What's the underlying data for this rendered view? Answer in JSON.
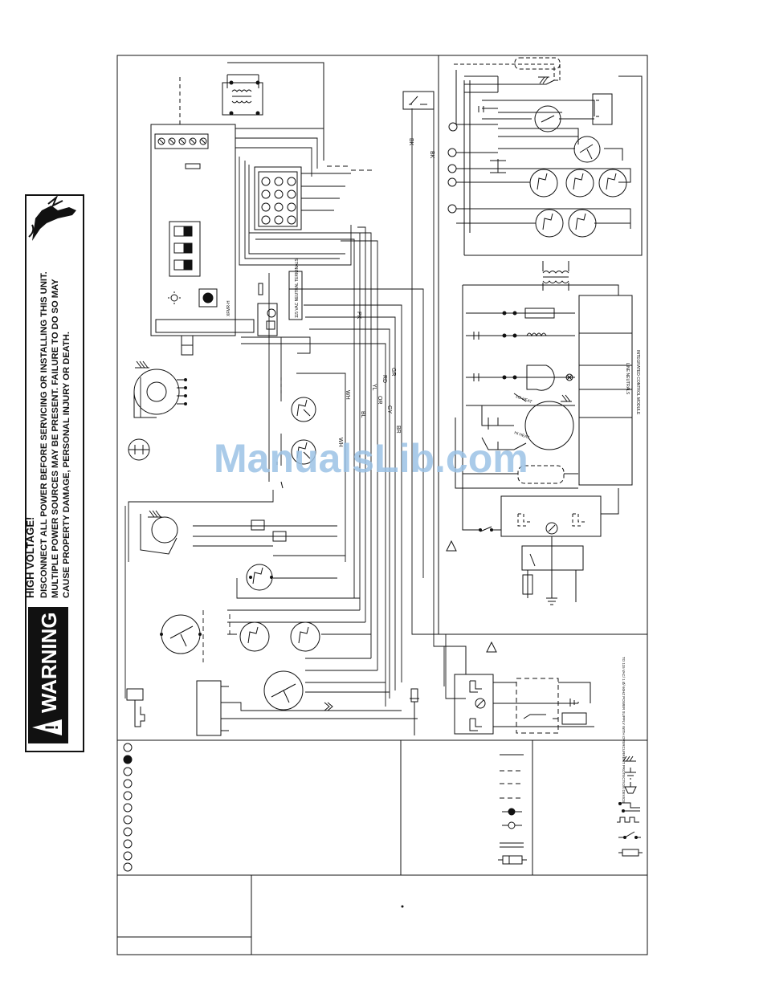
{
  "warning_label": {
    "heading": "WARNING",
    "line1": "HIGH VOLTAGE!",
    "line2": "DISCONNECT ALL POWER BEFORE SERVICING OR INSTALLING THIS UNIT.",
    "line3": "MULTIPLE POWER SOURCES MAY BE PRESENT. FAILURE TO DO SO MAY",
    "line4": "CAUSE PROPERTY DAMAGE, PERSONAL INJURY OR DEATH."
  },
  "wire_labels": {
    "bk1": "BK",
    "bk2": "BK",
    "pk": "PK",
    "wh1": "WH",
    "wh2": "WH",
    "yl": "YL",
    "bl": "BL",
    "rd": "RD",
    "or": "OR",
    "gr": "GR",
    "gy": "GY",
    "br": "BR"
  },
  "board_labels": {
    "xfmr": "XFMR-H",
    "terminals": "115 VAC NEUTRAL TERMINALS"
  },
  "module_labels": {
    "integrated_control_module": "INTEGRATED CONTROL MODULE",
    "line_neutrals": "LINE NEUTRALS",
    "lo_heat": "LO HEAT",
    "hi_heat": "HI HEAT",
    "power_supply": "TO 115 VAC/ 1 Ø/ 60HZ POWER SUPPLY WITH OVERCURRENT PROTECTION DEVICE"
  },
  "watermark": "ManualsLib.com"
}
